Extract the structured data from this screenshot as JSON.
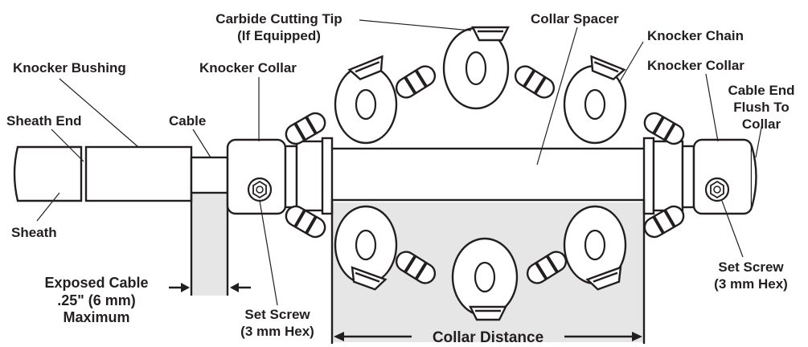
{
  "labels": {
    "carbide_tip_line1": "Carbide Cutting Tip",
    "carbide_tip_line2": "(If Equipped)",
    "collar_spacer": "Collar Spacer",
    "knocker_chain": "Knocker Chain",
    "knocker_collar_right": "Knocker Collar",
    "cable_end_line1": "Cable End",
    "cable_end_line2": "Flush To",
    "cable_end_line3": "Collar",
    "knocker_bushing": "Knocker Bushing",
    "knocker_collar_left": "Knocker Collar",
    "sheath_end": "Sheath End",
    "cable": "Cable",
    "sheath": "Sheath",
    "exposed_line1": "Exposed Cable",
    "exposed_line2": ".25\" (6 mm)",
    "exposed_line3": "Maximum",
    "set_screw_left_line1": "Set Screw",
    "set_screw_left_line2": "(3 mm Hex)",
    "set_screw_right_line1": "Set Screw",
    "set_screw_right_line2": "(3 mm Hex)",
    "collar_distance": "Collar Distance"
  },
  "colors": {
    "outline": "#231f20",
    "shade": "#e6e6e6",
    "background": "#ffffff"
  }
}
